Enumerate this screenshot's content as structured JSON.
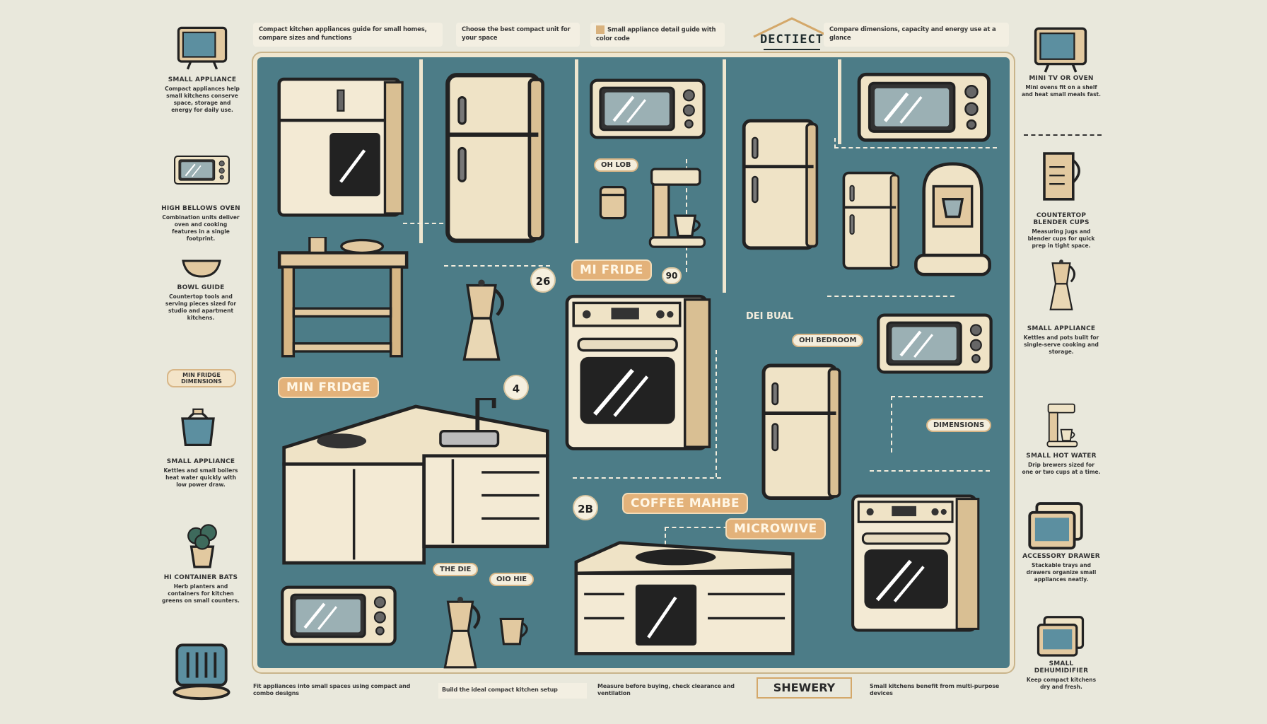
{
  "title": "DECTIECT",
  "header": [
    "Compact kitchen appliances guide for small homes, compare sizes and functions",
    "Choose the best compact unit for your space",
    "Small appliance detail guide with color code",
    "Compare dimensions, capacity and energy use at a glance"
  ],
  "footer": [
    "Fit appliances into small spaces using compact and combo designs",
    "Build the ideal compact kitchen setup",
    "Measure before buying, check clearance and ventilation",
    "Small kitchens benefit from multi-purpose devices"
  ],
  "footer_title": "SHEWERY",
  "labels": {
    "mi_fride": "MI FRIDE",
    "min_fridge": "MIN FRIDGE",
    "coffee_maker": "COFFEE MAHBE",
    "microwave": "MICROWIVE",
    "dei_bual": "DEI BUAL"
  },
  "pills": [
    "OH LOB",
    "OHI BEDROOM",
    "DIMENSIONS",
    "THE DIE",
    "OIO HIE"
  ],
  "badges": [
    "26",
    "90",
    "4",
    "2B"
  ],
  "left_sidebar": [
    {
      "heading": "SMALL APPLIANCE",
      "text": "Compact appliances help small kitchens conserve space, storage and energy for daily use."
    },
    {
      "heading": "HIGH BELLOWS OVEN",
      "text": "Combination units deliver oven and cooking features in a single footprint."
    },
    {
      "heading": "BOWL GUIDE",
      "text": "Countertop tools and serving pieces sized for studio and apartment kitchens."
    },
    {
      "heading": "SMALL APPLIANCE",
      "text": "Kettles and small boilers heat water quickly with low power draw."
    },
    {
      "heading": "HI CONTAINER BATS",
      "text": "Herb planters and containers for kitchen greens on small counters."
    }
  ],
  "left_callout": "MIN FRIDGE DIMENSIONS",
  "right_sidebar": [
    {
      "heading": "MINI TV OR OVEN",
      "text": "Mini ovens fit on a shelf and heat small meals fast."
    },
    {
      "heading": "COUNTERTOP BLENDER CUPS",
      "text": "Measuring jugs and blender cups for quick prep in tight space."
    },
    {
      "heading": "SMALL APPLIANCE",
      "text": "Kettles and pots built for single-serve cooking and storage."
    },
    {
      "heading": "SMALL HOT WATER",
      "text": "Drip brewers sized for one or two cups at a time."
    },
    {
      "heading": "ACCESSORY DRAWER",
      "text": "Stackable trays and drawers organize small appliances neatly."
    },
    {
      "heading": "SMALL DEHUMIDIFIER",
      "text": "Keep compact kitchens dry and fresh."
    }
  ],
  "colors": {
    "background": "#e9e8dc",
    "panel": "#4c7c87",
    "accent": "#e3b27a",
    "cream": "#efe3c6"
  }
}
